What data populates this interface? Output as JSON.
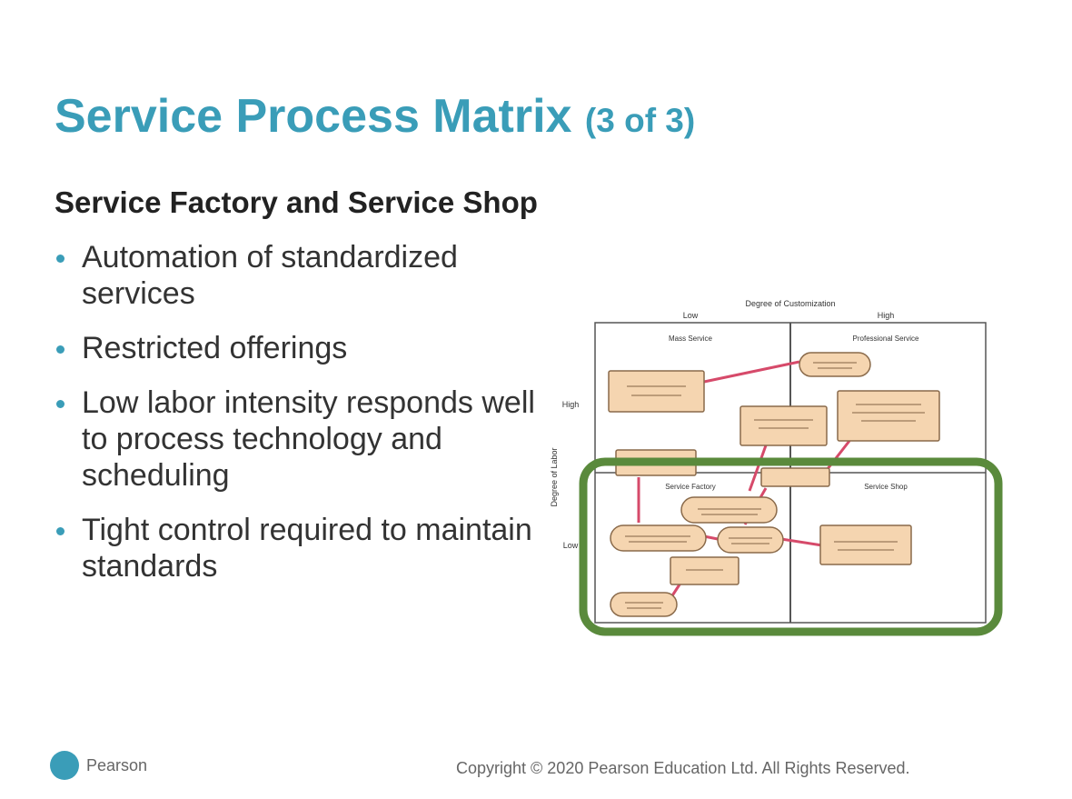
{
  "slide": {
    "title": "Service Process Matrix",
    "title_suffix": "(3 of 3)",
    "heading": "Service Factory and Service Shop",
    "bullets": [
      "Automation of standardized services",
      "Restricted offerings",
      "Low labor intensity responds well to process technology and scheduling",
      "Tight control required to maintain standards"
    ]
  },
  "diagram": {
    "top_axis_label": "Degree of Customization",
    "top_low": "Low",
    "top_high": "High",
    "side_axis_label": "Degree of Labor",
    "side_high": "High",
    "side_low": "Low",
    "quadrants": {
      "top_left": "Mass Service",
      "top_right": "Professional Service",
      "bottom_left": "Service Factory",
      "bottom_right": "Service Shop"
    },
    "colors": {
      "box_fill": "#f5d5b0",
      "box_stroke": "#8a6a4a",
      "link": "#d64a6a",
      "highlight": "#5a8a3c",
      "grid": "#555555"
    }
  },
  "footer": {
    "logo_text": "Pearson",
    "copyright": "Copyright © 2020 Pearson Education Ltd. All Rights Reserved."
  }
}
